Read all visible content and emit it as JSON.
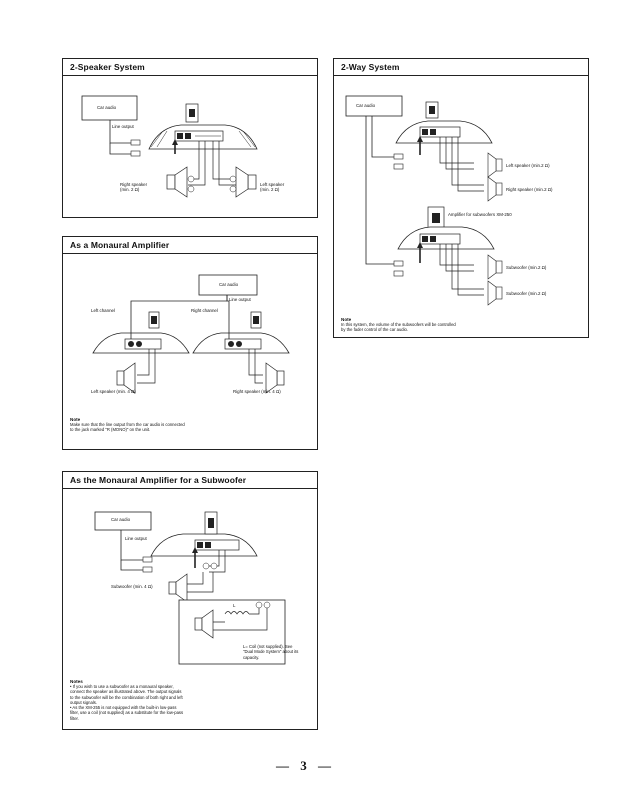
{
  "two_speaker": {
    "title": "2-Speaker System",
    "car_audio": "Car audio",
    "line_output": "Line output",
    "right_speaker": "Right speaker\n(min. 2 Ω)",
    "left_speaker": "Left speaker\n(min. 2 Ω)"
  },
  "two_way": {
    "title": "2-Way System",
    "car_audio": "Car audio",
    "left_speaker": "Left speaker (min.2 Ω)",
    "right_speaker": "Right speaker (min.2 Ω)",
    "amp_sub": "Amplifier for subwoofers XM-250",
    "sub1": "Subwoofer (min.2 Ω)",
    "sub2": "Subwoofer (min.2 Ω)",
    "note_title": "Note",
    "note_text": "In this system, the volume of the subwoofers will be controlled by the fader control of the car audio."
  },
  "mono": {
    "title": "As a Monaural Amplifier",
    "car_audio": "Car audio",
    "line_output": "Line output",
    "left_channel": "Left channel",
    "right_channel": "Right channel",
    "left_speaker": "Left speaker (min. 4 Ω)",
    "right_speaker": "Right speaker (min. 4 Ω)",
    "note_title": "Note",
    "note_text": "Make sure that the line output from the car audio is connected to the jack marked \"R (MONO)\" on the unit."
  },
  "mono_sub": {
    "title": "As the Monaural Amplifier for a Subwoofer",
    "car_audio": "Car audio",
    "line_output": "Line output",
    "subwoofer": "Subwoofer (min. 4 Ω)",
    "coil_label": "L",
    "coil_text": "L= Coil (not supplied). See \"Dual Mode System\" about its capacity.",
    "notes_title": "Notes",
    "note1": "• If you wish to use a subwoofer as a monaural speaker, connect the speaker as illustrated above. The output signals to the subwoofer will be the combination of both right and left output signals.",
    "note2": "• As the XM-255 is not equipped with the built-in low-pass filter, use a coil (not supplied) as a substitute for the low-pass filter."
  },
  "page_number": "— 3 —"
}
